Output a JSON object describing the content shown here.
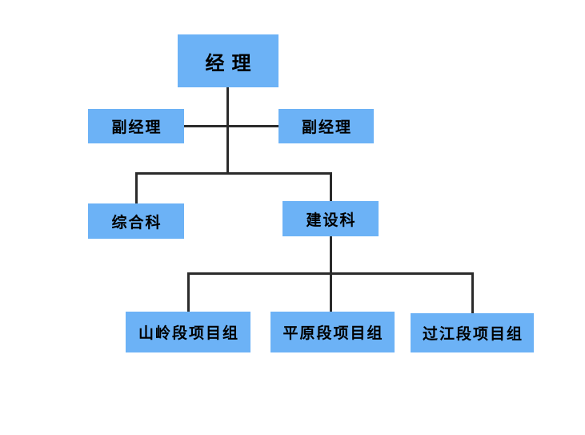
{
  "diagram": {
    "type": "org-chart",
    "nodes": [
      {
        "id": "manager",
        "label": "经理"
      },
      {
        "id": "deputy-manager-left",
        "label": "副经理"
      },
      {
        "id": "deputy-manager-right",
        "label": "副经理"
      },
      {
        "id": "general-affairs-section",
        "label": "综合科"
      },
      {
        "id": "construction-section",
        "label": "建设科"
      },
      {
        "id": "mountain-section-project-team",
        "label": "山岭段项目组"
      },
      {
        "id": "plain-section-project-team",
        "label": "平原段项目组"
      },
      {
        "id": "river-crossing-section-project-team",
        "label": "过江段项目组"
      }
    ],
    "edges": [
      {
        "from": "manager",
        "to": "deputy-manager-left"
      },
      {
        "from": "manager",
        "to": "deputy-manager-right"
      },
      {
        "from": "manager",
        "to": "general-affairs-section"
      },
      {
        "from": "manager",
        "to": "construction-section"
      },
      {
        "from": "construction-section",
        "to": "mountain-section-project-team"
      },
      {
        "from": "construction-section",
        "to": "plain-section-project-team"
      },
      {
        "from": "construction-section",
        "to": "river-crossing-section-project-team"
      }
    ],
    "colors": {
      "node_fill": "#6CB2F6",
      "connector": "#2B2B2B",
      "node_text": "#000000",
      "background": "#FFFFFF"
    }
  }
}
